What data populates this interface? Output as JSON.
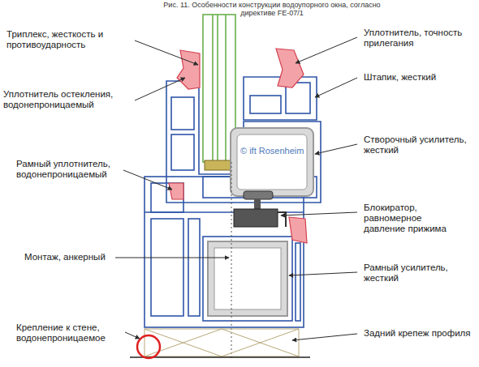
{
  "diagram": {
    "title": "Рис. 11. Особенности конструкции водоупорного окна, согласно директиве FE-07/1",
    "labels": [
      "Триплекс, жесткость и противоударность",
      "Уплотнитель остекления, водонепроницаемый",
      "Рамный уплотнитель, водонепроницаемый",
      "Монтаж, анкерный",
      "Крепление к стене, водонепроницаемое",
      "Уплотнитель, точность прилегания",
      "Штапик, жесткий",
      "Створочный усилитель, жесткий",
      "Блокиратор, равномерное давление прижима",
      "Рамный усилитель, жесткий",
      "Задний крепеж профиля",
      "© ift Rosenheim"
    ]
  }
}
